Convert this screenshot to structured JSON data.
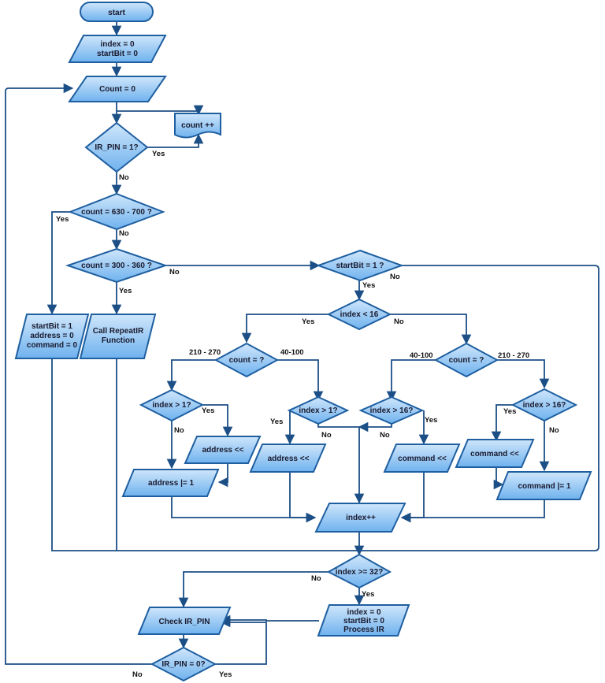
{
  "nodes": {
    "start": "start",
    "init": [
      "index = 0",
      "startBit = 0"
    ],
    "count_reset": "Count = 0",
    "ir_pin_check": "IR_PIN = 1?",
    "count_inc": "count ++",
    "count_630": "count  = 630 - 700 ?",
    "count_300": "count = 300 - 360 ?",
    "startbit_check": "startBit = 1 ?",
    "reset_vars": [
      "startBit = 1",
      "address = 0",
      "command = 0"
    ],
    "repeat_fn": [
      "Call RepeatIR",
      "Function"
    ],
    "index_16": "index < 16",
    "count_left": "count = ?",
    "count_right": "count = ?",
    "index_gt1_a": "index > 1?",
    "index_gt1_b": "index > 1?",
    "index_gt16_a": "index > 16?",
    "index_gt16_b": "index > 16?",
    "address_shift_a": "address <<",
    "address_shift_b": "address <<",
    "address_or": "address |= 1",
    "command_shift_a": "command <<",
    "command_shift_b": "command <<",
    "command_or": "command |= 1",
    "index_inc": "index++",
    "index_32": "index >= 32?",
    "final_reset": [
      "index = 0",
      "startBit = 0",
      "Process IR"
    ],
    "check_ir": "Check IR_PIN",
    "ir_pin_0": "IR_PIN = 0?"
  },
  "labels": {
    "yes": "Yes",
    "no": "No",
    "range_210_270": "210 - 270",
    "range_40_100": "40-100"
  },
  "colors": {
    "fill_top": "#cfe6fb",
    "fill_bottom": "#6fb2ee",
    "stroke": "#1f5fa0",
    "line": "#1c4f86"
  }
}
